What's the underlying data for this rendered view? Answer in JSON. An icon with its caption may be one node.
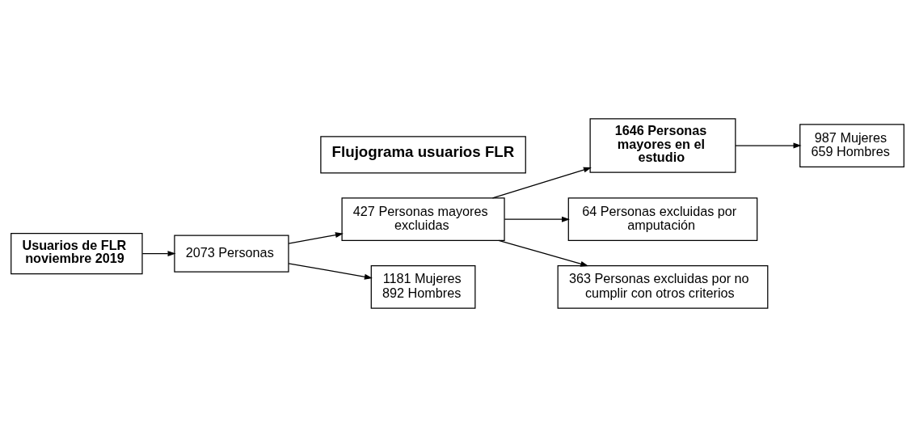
{
  "diagram": {
    "nodes": [
      {
        "text": [
          "Flujograma usuarios FLR"
        ]
      },
      {
        "text": [
          "Usuarios de FLR noviembre 2019"
        ]
      },
      {
        "text": [
          "2073 Personas"
        ]
      },
      {
        "text": [
          "427 Personas mayores excluidas"
        ]
      },
      {
        "text": [
          "1646 Personas mayores en el estudio"
        ]
      },
      {
        "text": [
          "987 Mujeres",
          "659 Hombres"
        ]
      },
      {
        "text": [
          "1181 Mujeres",
          "892 Hombres"
        ]
      },
      {
        "text": [
          "64 Personas excluidas por amputación"
        ]
      },
      {
        "text": [
          "363 Personas excluidas por no cumplir con otros criterios"
        ]
      }
    ],
    "edges": [
      {
        "from": 1,
        "to": 2,
        "arrow": "to"
      },
      {
        "from": 2,
        "to": 3,
        "arrow": "to"
      },
      {
        "from": 3,
        "to": 4,
        "arrow": "to"
      },
      {
        "from": 4,
        "to": 5,
        "arrow": "to"
      },
      {
        "from": 2,
        "to": 6,
        "arrow": "to"
      },
      {
        "from": 3,
        "to": 7,
        "arrow": "to"
      },
      {
        "from": 3,
        "to": 8,
        "arrow": "to"
      }
    ]
  }
}
